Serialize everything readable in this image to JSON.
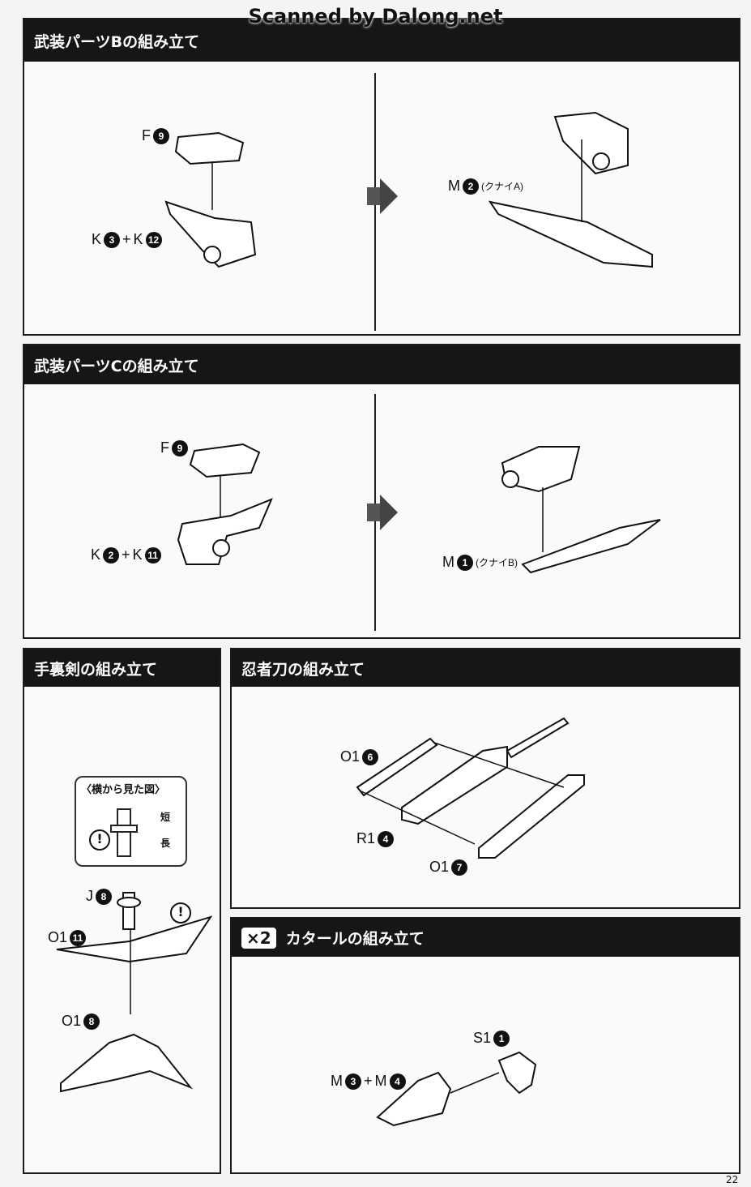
{
  "watermark": "Scanned by Dalong.net",
  "sections": {
    "b": {
      "title": "武装パーツBの組み立て",
      "step1": {
        "top": {
          "part": "F",
          "num": "9"
        },
        "bottom": {
          "a": "K",
          "an": "3",
          "plus": "+",
          "b": "K",
          "bn": "12"
        }
      },
      "step2": {
        "part": "M",
        "num": "2",
        "note": "(クナイA)"
      }
    },
    "c": {
      "title": "武装パーツCの組み立て",
      "step1": {
        "top": {
          "part": "F",
          "num": "9"
        },
        "bottom": {
          "a": "K",
          "an": "2",
          "plus": "+",
          "b": "K",
          "bn": "11"
        }
      },
      "step2": {
        "part": "M",
        "num": "1",
        "note": "(クナイB)"
      }
    },
    "shuriken": {
      "title": "手裏剣の組み立て",
      "callout": {
        "title": "〈横から見た図〉",
        "short": "短",
        "long": "長",
        "warn": "!"
      },
      "warn": "!",
      "parts": [
        {
          "part": "J",
          "num": "8"
        },
        {
          "part": "O1",
          "num": "11"
        },
        {
          "part": "O1",
          "num": "8"
        }
      ]
    },
    "ninjato": {
      "title": "忍者刀の組み立て",
      "parts": [
        {
          "part": "O1",
          "num": "6"
        },
        {
          "part": "R1",
          "num": "4"
        },
        {
          "part": "O1",
          "num": "7"
        }
      ]
    },
    "katar": {
      "badge": "×2",
      "title": "カタールの組み立て",
      "parts": [
        {
          "part": "S1",
          "num": "1"
        }
      ],
      "combo": {
        "a": "M",
        "an": "3",
        "plus": "+",
        "b": "M",
        "bn": "4"
      }
    }
  },
  "page_number": "22"
}
